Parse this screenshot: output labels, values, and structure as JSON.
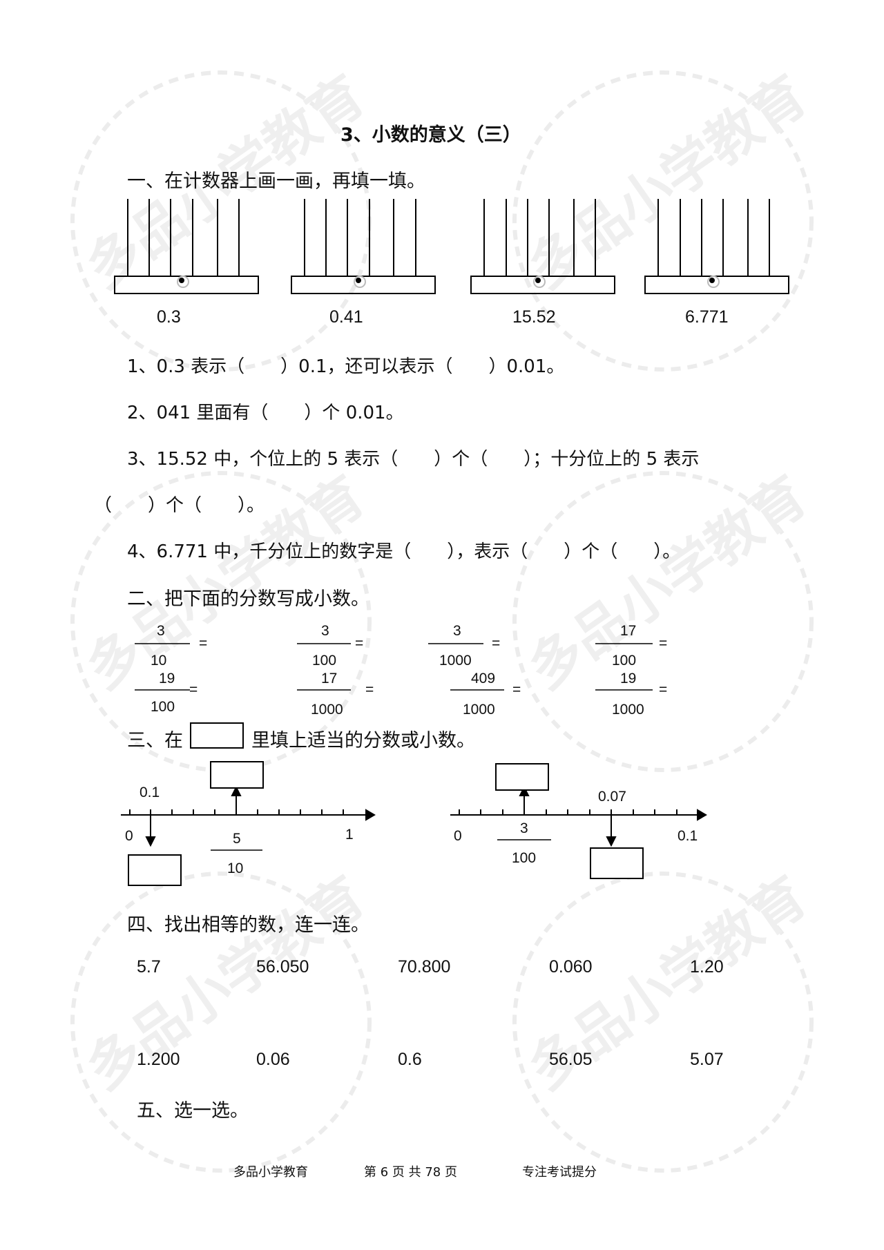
{
  "title": "3、小数的意义（三）",
  "section1": {
    "heading": "一、在计数器上画一画，再填一填。",
    "abacus_labels": [
      "0.3",
      "0.41",
      "15.52",
      "6.771"
    ],
    "questions": [
      "1、0.3 表示（　　）0.1，还可以表示（　　）0.01。",
      "2、041 里面有（　　）个 0.01。",
      "3、15.52 中，个位上的 5 表示（　　）个（　　）；十分位上的 5 表示",
      "（　　）个（　　）。",
      "4、6.771 中，千分位上的数字是（　　），表示（　　）个（　　）。"
    ]
  },
  "section2": {
    "heading": "二、把下面的分数写成小数。",
    "equals": "=",
    "fractions": [
      {
        "num": "3",
        "den": "10"
      },
      {
        "num": "3",
        "den": "100"
      },
      {
        "num": "3",
        "den": "1000"
      },
      {
        "num": "17",
        "den": "100"
      },
      {
        "num": "19",
        "den": "100"
      },
      {
        "num": "17",
        "den": "1000"
      },
      {
        "num": "409",
        "den": "1000"
      },
      {
        "num": "19",
        "den": "1000"
      }
    ]
  },
  "section3": {
    "heading_pre": "三、在",
    "heading_post": "里填上适当的分数或小数。",
    "line1": {
      "start": "0",
      "end": "1",
      "mark": "0.1",
      "frac_num": "5",
      "frac_den": "10"
    },
    "line2": {
      "start": "0",
      "end": "0.1",
      "mark": "0.07",
      "frac_num": "3",
      "frac_den": "100"
    }
  },
  "section4": {
    "heading": "四、找出相等的数，连一连。",
    "row1": [
      "5.7",
      "56.050",
      "70.800",
      "0.060",
      "1.20"
    ],
    "row2": [
      "1.200",
      "0.06",
      "0.6",
      "56.05",
      "5.07"
    ]
  },
  "section5": {
    "heading": "五、选一选。"
  },
  "watermark": "多品小学教育",
  "footer": {
    "left": "多品小学教育",
    "page": "第 6 页 共 78 页",
    "right": "专注考试提分"
  }
}
